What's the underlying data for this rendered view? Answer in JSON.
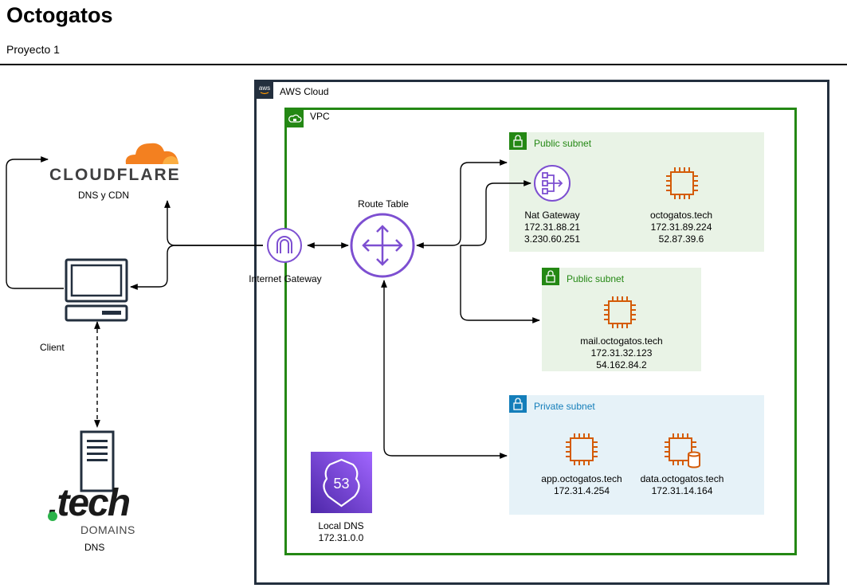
{
  "header": {
    "title": "Octogatos",
    "subtitle": "Proyecto 1"
  },
  "external": {
    "cloudflare_logo": "CLOUDFLARE",
    "cloudflare_label": "DNS y CDN",
    "client_label": "Client",
    "tech_logo": ".tech",
    "tech_logo_sub": "DOMAINS",
    "dns_label": "DNS"
  },
  "aws": {
    "cloud_label": "AWS Cloud",
    "vpc_label": "VPC",
    "internet_gateway": "Internet Gateway",
    "route_table": "Route Table",
    "subnets": [
      {
        "label": "Public subnet"
      },
      {
        "label": "Public subnet"
      },
      {
        "label": "Private subnet"
      }
    ],
    "nat": {
      "name": "Nat Gateway",
      "ip1": "172.31.88.21",
      "ip2": "3.230.60.251"
    },
    "ec2_main": {
      "name": "octogatos.tech",
      "ip1": "172.31.89.224",
      "ip2": "52.87.39.6"
    },
    "ec2_mail": {
      "name": "mail.octogatos.tech",
      "ip1": "172.31.32.123",
      "ip2": "54.162.84.2"
    },
    "ec2_app": {
      "name": "app.octogatos.tech",
      "ip1": "172.31.4.254"
    },
    "ec2_data": {
      "name": "data.octogatos.tech",
      "ip1": "172.31.14.164"
    },
    "route53": {
      "badge": "53",
      "name": "Local DNS",
      "ip1": "172.31.0.0"
    }
  },
  "colors": {
    "aws_border": "#232f3e",
    "vpc_border": "#248814",
    "public_subnet_bg": "#e9f3e6",
    "private_subnet_bg": "#e6f2f8",
    "ec2_orange": "#d45b07",
    "network_purple": "#7d4fd1",
    "cloudflare_orange": "#f38020",
    "public_text": "#248814",
    "private_text": "#147eba"
  },
  "icons": [
    "aws-logo-icon",
    "vpc-cloud-icon",
    "lock-icon",
    "internet-gateway-icon",
    "router-icon",
    "nat-gateway-icon",
    "ec2-instance-icon",
    "ec2-database-icon",
    "route53-icon",
    "computer-icon",
    "server-icon",
    "cloudflare-cloud-icon"
  ]
}
